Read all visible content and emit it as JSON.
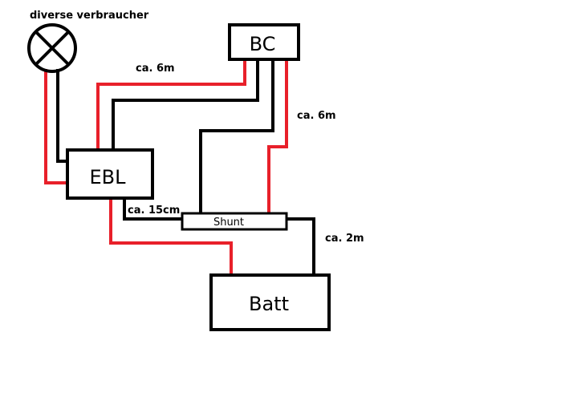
{
  "labels": {
    "consumers": "diverse verbraucher",
    "bc": "BC",
    "ebl": "EBL",
    "shunt": "Shunt",
    "batt": "Batt",
    "len_ebl_bc": "ca. 6m",
    "len_shunt_bc": "ca. 6m",
    "len_ebl_shunt": "ca. 15cm",
    "len_shunt_batt": "ca. 2m"
  },
  "colors": {
    "positive_wire": "#e8202a",
    "negative_wire": "#000000",
    "background": "#ffffff"
  },
  "icons": {
    "consumer_symbol": "lamp-cross-icon"
  }
}
